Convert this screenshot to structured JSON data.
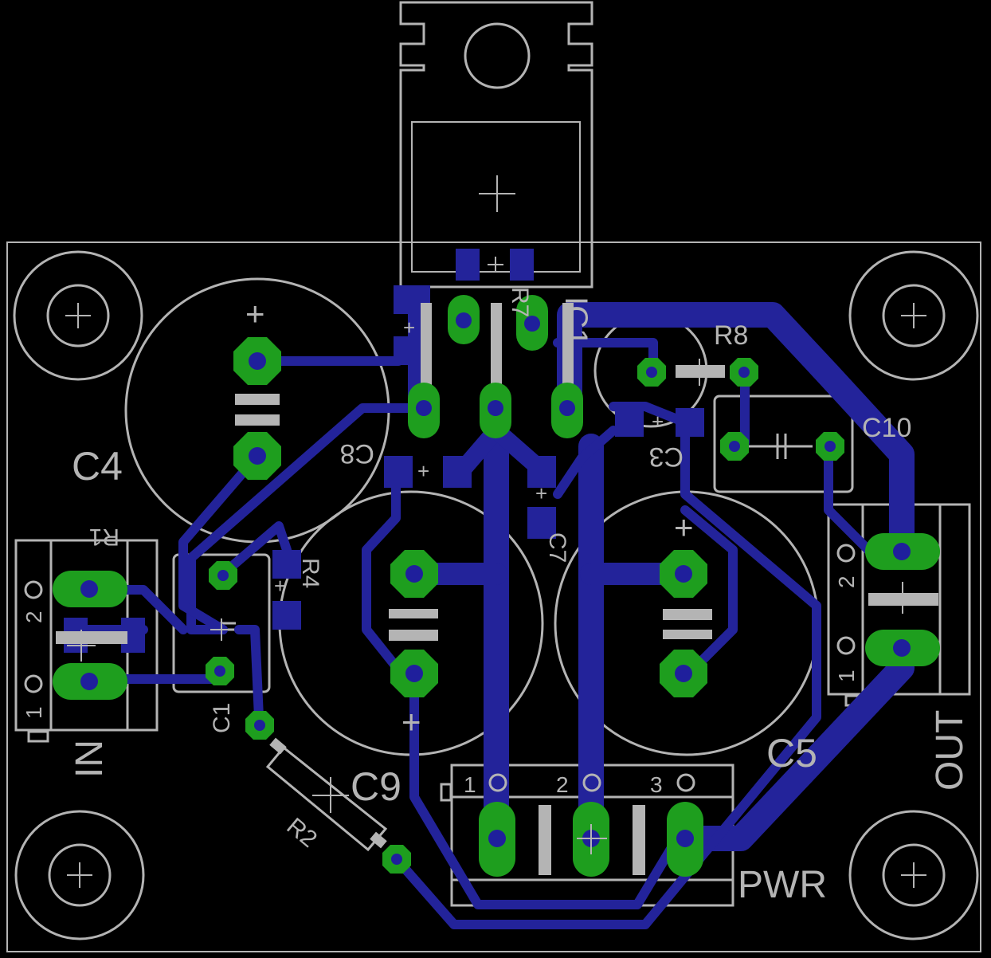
{
  "colors": {
    "background": "#000000",
    "silkscreen": "#b4b4b4",
    "copper": "#23239a",
    "pad": "#1e9e1e"
  },
  "labels": {
    "c4": "C4",
    "c8": "C8",
    "c9": "C9",
    "c5": "C5",
    "c3": "C3",
    "c7": "C7",
    "c1": "C1",
    "c10": "C10",
    "r1": "R1",
    "r2": "R2",
    "r4": "R4",
    "r7": "R7",
    "r8": "R8",
    "ic1": "IC1",
    "in": "IN",
    "out": "OUT",
    "pwr": "PWR",
    "pin1": "1",
    "pin2": "2",
    "pin3": "3",
    "plus": "+"
  }
}
